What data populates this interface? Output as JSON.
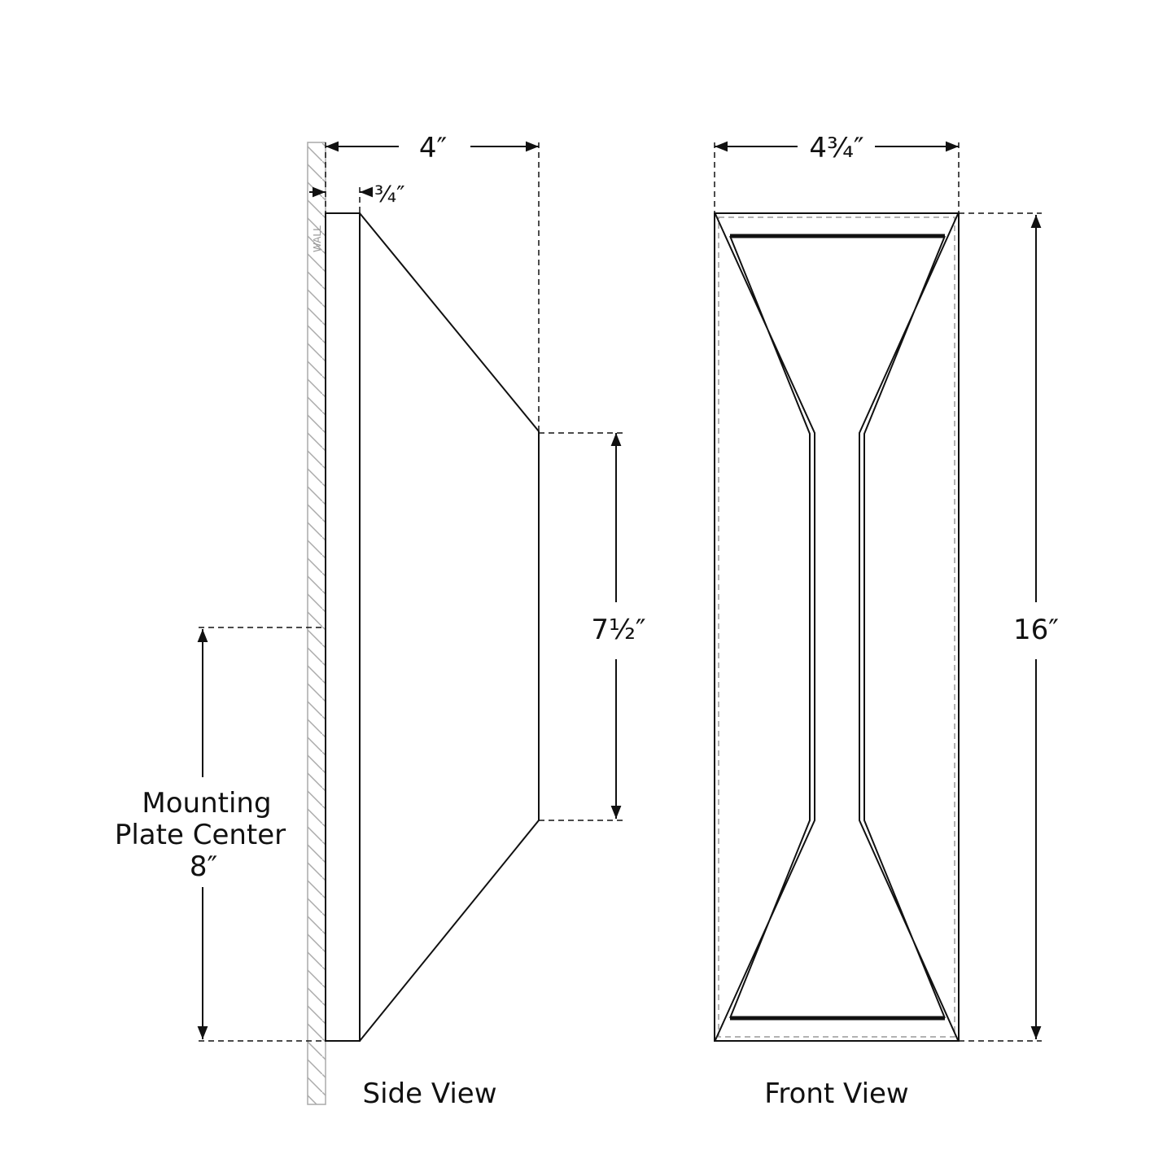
{
  "side_view": {
    "label": "Side View",
    "wall_label": "WALL",
    "depth": "4″",
    "plate_depth": "¾″",
    "front_height": "7½″",
    "mounting_line1": "Mounting",
    "mounting_line2": "Plate Center",
    "mounting_value": "8″"
  },
  "front_view": {
    "label": "Front View",
    "width": "4¾″",
    "height": "16″"
  },
  "colors": {
    "line": "#111111",
    "wall": "#999999"
  }
}
